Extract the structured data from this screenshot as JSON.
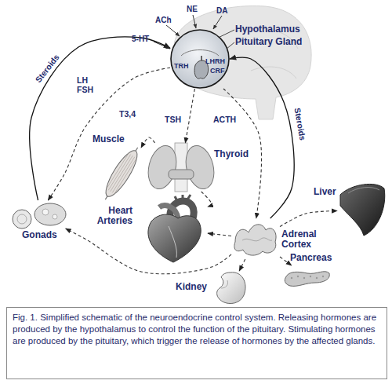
{
  "diagram": {
    "caption": "Fig. 1. Simplified schematic of the neuroendocrine control system. Releasing hormones are produced by the hypothalamus to control the function of the pituitary. Stimulating hormones are produced by the pituitary, which trigger the release of hormones by the affected glands.",
    "nodes": [
      {
        "text": [
          "Hypothalamus",
          "Pituitary Gland"
        ]
      },
      {
        "text": [
          "Muscle"
        ]
      },
      {
        "text": [
          "Thyroid"
        ]
      },
      {
        "text": [
          "Gonads"
        ]
      },
      {
        "text": [
          "Heart Arteries"
        ]
      },
      {
        "text": [
          "Liver"
        ]
      },
      {
        "text": [
          "Adrenal Cortex"
        ]
      },
      {
        "text": [
          "Pancreas"
        ]
      },
      {
        "text": [
          "Kidney"
        ]
      }
    ],
    "edges": [
      {
        "from": 0,
        "to": 3,
        "label": "LH FSH",
        "arrow": "to"
      },
      {
        "from": 0,
        "to": 2,
        "label": "TSH",
        "arrow": "to"
      },
      {
        "from": 0,
        "to": 6,
        "label": "ACTH",
        "arrow": "to"
      },
      {
        "from": 3,
        "to": 0,
        "label": "Steroids",
        "arrow": "to"
      },
      {
        "from": 6,
        "to": 0,
        "label": "Steroids",
        "arrow": "to"
      },
      {
        "from": 2,
        "to": 1,
        "arrow": "to"
      },
      {
        "from": 2,
        "to": 4,
        "arrow": "to"
      },
      {
        "from": 6,
        "to": 4,
        "arrow": "to"
      },
      {
        "from": 6,
        "to": 3,
        "arrow": "to"
      },
      {
        "from": 6,
        "to": 5,
        "arrow": "to"
      },
      {
        "from": 6,
        "to": 7,
        "arrow": "to"
      },
      {
        "from": 6,
        "to": 8,
        "arrow": "to"
      }
    ],
    "labels": [
      "ACh",
      "NE",
      "DA",
      "5-HT",
      "TRH",
      "LHRH",
      "CRF",
      "T3,4"
    ]
  }
}
